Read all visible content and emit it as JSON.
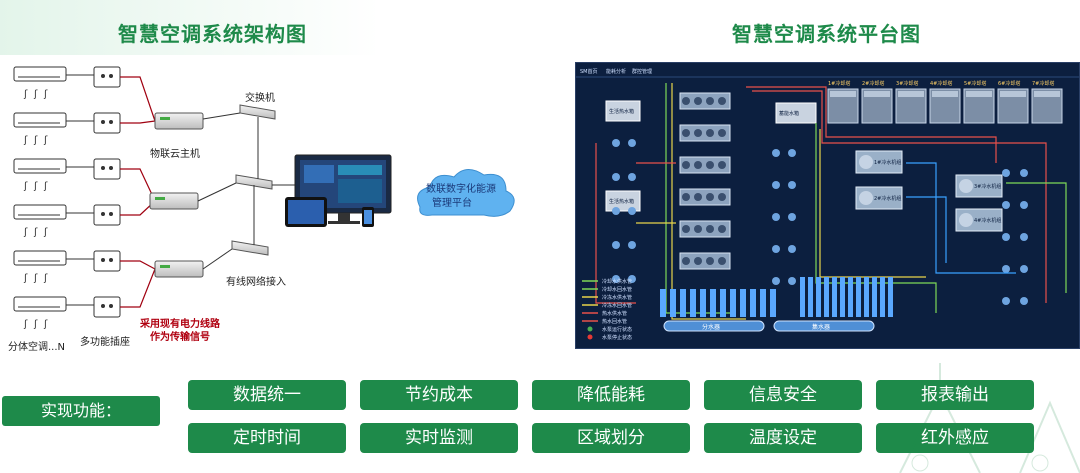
{
  "left_title": "智慧空调系统架构图",
  "right_title": "智慧空调系统平台图",
  "architecture": {
    "ac_unit_label": "分体空调...N",
    "socket_label": "多功能插座",
    "host_label": "物联云主机",
    "switch_label": "交换机",
    "wired_label": "有线网络接入",
    "powerline_note_1": "采用现有电力线路",
    "powerline_note_2": "作为传输信号",
    "cloud_label_1": "数联数字化能源",
    "cloud_label_2": "管理平台"
  },
  "platform": {
    "tabs": [
      "SM首页",
      "能耗分析",
      "群控管理"
    ],
    "chiller_labels": [
      "1#冷却塔",
      "2#冷却塔",
      "3#冷却塔",
      "4#冷却塔",
      "5#冷却塔",
      "6#冷却塔",
      "7#冷却塔"
    ],
    "tank_labels": [
      "生活热水箱",
      "生活热水箱",
      "蓄能水箱"
    ],
    "unit_labels": [
      "1#冷水机组",
      "2#冷水机组",
      "3#冷水机组",
      "4#冷水机组"
    ],
    "collectors": [
      "分水器",
      "集水器"
    ],
    "legend": [
      "冷却水供水管",
      "冷却水回水管",
      "冷冻水供水管",
      "冷冻水回水管",
      "热水供水管",
      "热水回水管",
      "水泵运行状态",
      "水泵停止状态"
    ]
  },
  "functions_label": "实现功能：",
  "functions": [
    [
      "数据统一",
      "节约成本",
      "降低能耗",
      "信息安全",
      "报表输出"
    ],
    [
      "定时时间",
      "实时监测",
      "区域划分",
      "温度设定",
      "红外感应"
    ]
  ],
  "colors": {
    "brand_green": "#1e8a4a",
    "platform_bg": "#0c1f3f",
    "pipe_green": "#7ed957",
    "pipe_red": "#e8504a",
    "pipe_blue": "#39a0ff",
    "pipe_yellow": "#e8d44a"
  }
}
